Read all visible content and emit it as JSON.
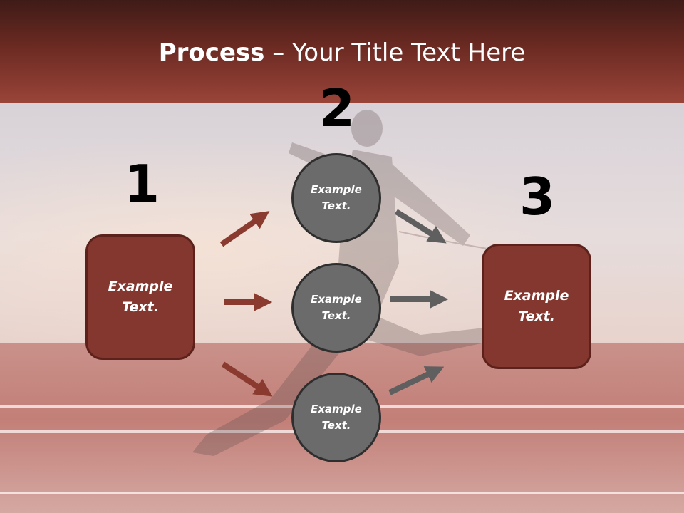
{
  "slide": {
    "title_bold": "Process",
    "title_rest": " – Your Title Text Here"
  },
  "steps": {
    "one": "1",
    "two": "2",
    "three": "3"
  },
  "boxes": {
    "left": "Example\nText.",
    "right": "Example\nText."
  },
  "circles": {
    "top": "Example\nText.",
    "middle": "Example\nText.",
    "bottom": "Example\nText."
  },
  "colors": {
    "header_dark": "#3f1b17",
    "header_light": "#9a4439",
    "box_fill": "#83372e",
    "circle_fill": "#6b6b6b",
    "arrow_red": "#8b3a30",
    "arrow_gray": "#5f5f5f"
  }
}
